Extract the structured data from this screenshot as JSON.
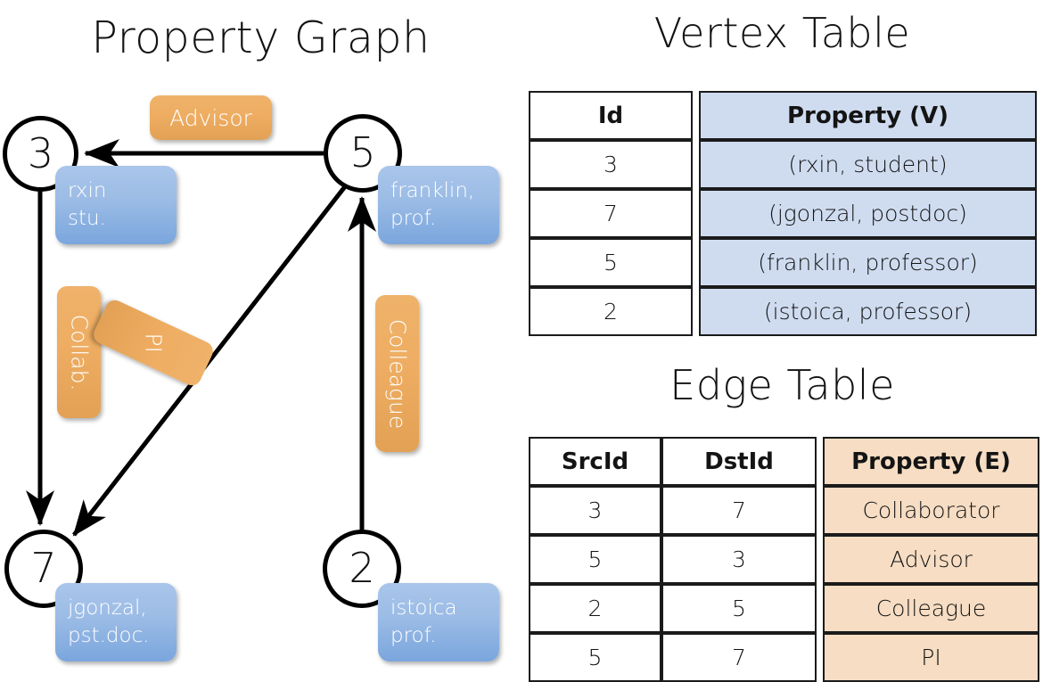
{
  "titles": {
    "property_graph": "Property Graph",
    "vertex_table": "Vertex Table",
    "edge_table": "Edge Table"
  },
  "graph": {
    "nodes": [
      {
        "id": "3",
        "property": "rxin\nstu."
      },
      {
        "id": "5",
        "property": "franklin,\nprof."
      },
      {
        "id": "7",
        "property": "jgonzal,\npst.doc."
      },
      {
        "id": "2",
        "property": "istoica\nprof."
      }
    ],
    "node_labels": {
      "n3": "3",
      "n5": "5",
      "n7": "7",
      "n2": "2"
    },
    "property_boxes": {
      "rxin_line1": "rxin",
      "rxin_line2": "stu.",
      "franklin_line1": "franklin,",
      "franklin_line2": "prof.",
      "jgonzal_line1": "jgonzal,",
      "jgonzal_line2": "pst.doc.",
      "istoica_line1": "istoica",
      "istoica_line2": "prof."
    },
    "edge_labels": {
      "advisor": "Advisor",
      "collab": "Collab.",
      "pi": "PI",
      "colleague": "Colleague"
    },
    "colors": {
      "vertex_box": "#9dbde6",
      "edge_label_box": "#eead62",
      "node_outline": "#000000"
    }
  },
  "vertex_table": {
    "headers": [
      "Id",
      "Property (V)"
    ],
    "rows": [
      {
        "id": "3",
        "property": "(rxin, student)"
      },
      {
        "id": "7",
        "property": "(jgonzal, postdoc)"
      },
      {
        "id": "5",
        "property": "(franklin, professor)"
      },
      {
        "id": "2",
        "property": "(istoica, professor)"
      }
    ],
    "property_column_color": "#cfdcf0"
  },
  "edge_table": {
    "headers": [
      "SrcId",
      "DstId",
      "Property (E)"
    ],
    "rows": [
      {
        "src": "3",
        "dst": "7",
        "property": "Collaborator"
      },
      {
        "src": "5",
        "dst": "3",
        "property": "Advisor"
      },
      {
        "src": "2",
        "dst": "5",
        "property": "Colleague"
      },
      {
        "src": "5",
        "dst": "7",
        "property": "PI"
      }
    ],
    "property_column_color": "#f6ddc3"
  }
}
